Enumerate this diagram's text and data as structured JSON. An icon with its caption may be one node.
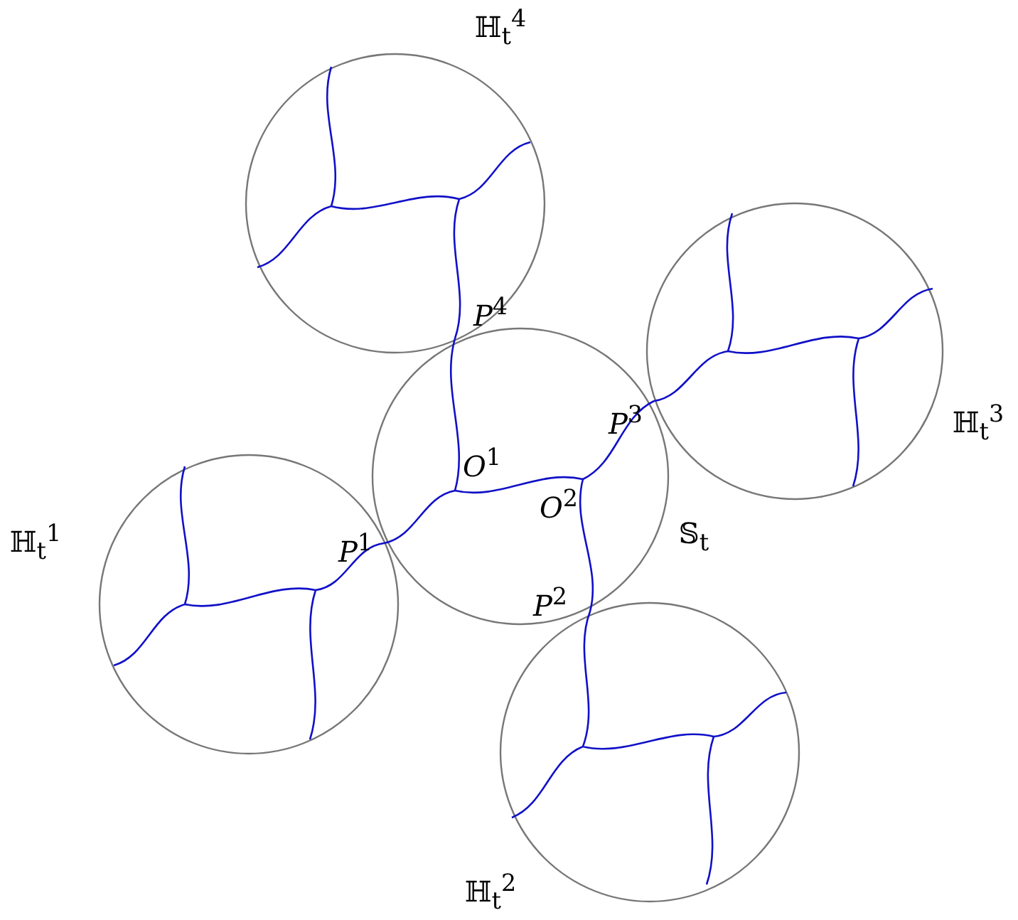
{
  "diagram": {
    "nodes": [
      {
        "text": [],
        "shape": "circle",
        "beside": [
          "ℍ$_{t}$$^{4}$"
        ]
      },
      {
        "text": [],
        "shape": "circle",
        "beside": [
          "ℍ$_{t}$$^{3}$"
        ]
      },
      {
        "text": [],
        "shape": "circle",
        "beside": [
          "𝕊$_{t}$"
        ]
      },
      {
        "text": [],
        "shape": "circle",
        "beside": [
          "ℍ$_{t}$$^{1}$"
        ]
      },
      {
        "text": [],
        "shape": "circle",
        "beside": [
          "ℍ$_{t}$$^{2}$"
        ]
      }
    ],
    "labels": [
      "*P*$^{4}$",
      "*P*$^{3}$",
      "*O*$^{1}$",
      "*O*$^{2}$",
      "*P*$^{1}$",
      "*P*$^{2}$"
    ]
  }
}
